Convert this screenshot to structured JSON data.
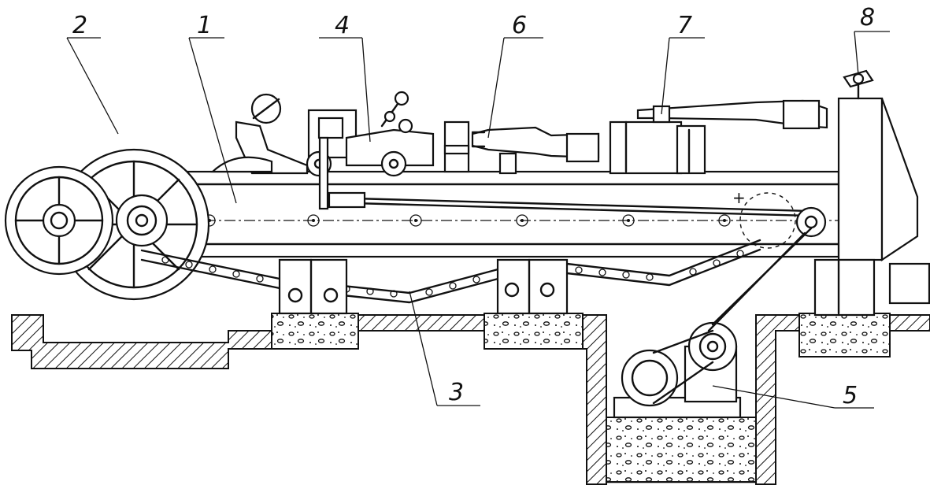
{
  "labels": {
    "frame": "1",
    "flywheel": "2",
    "chain": "3",
    "carriage": "4",
    "drive_unit": "5",
    "clamp": "6",
    "rear_grip": "7",
    "tail_head": "8"
  },
  "plus_sign": "+"
}
